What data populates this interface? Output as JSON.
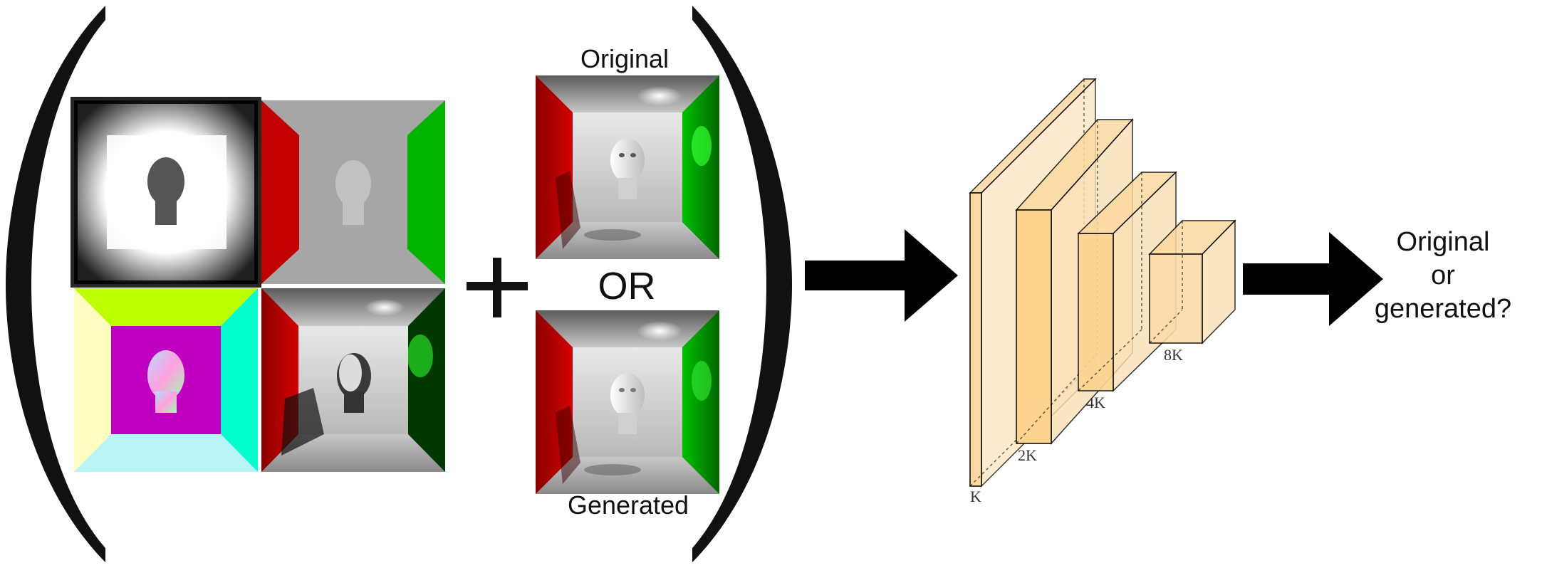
{
  "labels": {
    "original": "Original",
    "or": "OR",
    "generated": "Generated",
    "question_line1": "Original",
    "question_line2": "or",
    "question_line3": "generated?"
  },
  "network": {
    "layers": [
      "K",
      "2K",
      "4K",
      "8K"
    ]
  },
  "colors": {
    "red_wall": "#c40000",
    "green_wall": "#00aa00",
    "layer_fill": "#fbd9a0",
    "arrow": "#000000"
  }
}
